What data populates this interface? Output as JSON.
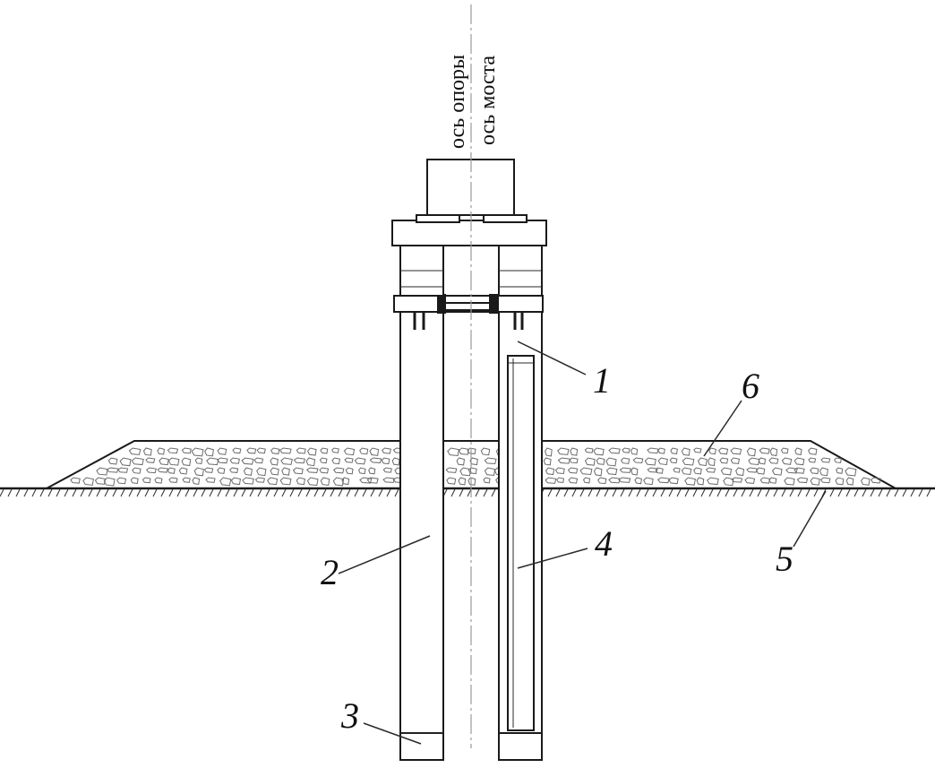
{
  "axis_labels": {
    "support_axis": "ось опоры",
    "bridge_axis": "ось моста"
  },
  "callouts": [
    {
      "id": "c1",
      "text": "1"
    },
    {
      "id": "c2",
      "text": "2"
    },
    {
      "id": "c3",
      "text": "3"
    },
    {
      "id": "c4",
      "text": "4"
    },
    {
      "id": "c5",
      "text": "5"
    },
    {
      "id": "c6",
      "text": "6"
    }
  ]
}
